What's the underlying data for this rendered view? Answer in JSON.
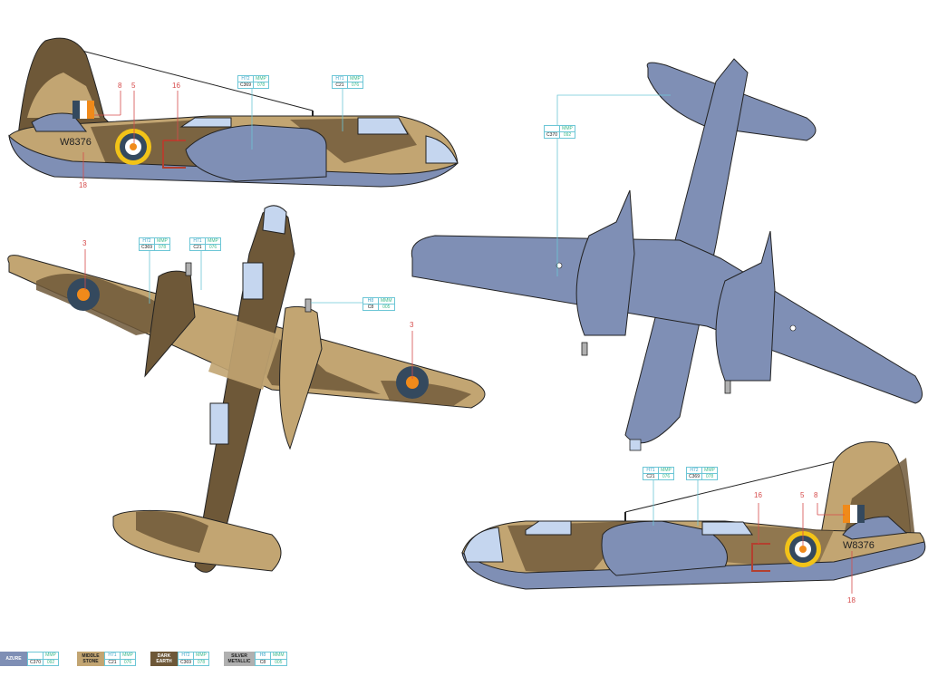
{
  "aircraft": {
    "serial": "W8376"
  },
  "colors": {
    "azure": "#7f8fb5",
    "middle_stone": "#c2a572",
    "dark_earth": "#6e5838",
    "silver": "#b0b0b0",
    "canopy": "#c5d6ef",
    "roundel_blue": "#34495e",
    "roundel_red": "#f08a1a",
    "roundel_yellow": "#f2c318",
    "callout_line": "#6cc6d6",
    "marker_line": "#d64b4b"
  },
  "callouts": {
    "side_top_left": {
      "h": "H72",
      "c": "C369",
      "m1": "MMP",
      "m2": "078"
    },
    "side_top_right": {
      "h": "H71",
      "c": "C21",
      "m1": "MMP",
      "m2": "076"
    },
    "underside": {
      "h": "",
      "c": "C370",
      "m1": "MMP",
      "m2": "092"
    },
    "top_view_left": {
      "h": "H72",
      "c": "C369",
      "m1": "MMP",
      "m2": "078"
    },
    "top_view_right": {
      "h": "H71",
      "c": "C21",
      "m1": "MMP",
      "m2": "076"
    },
    "spinner": {
      "h": "H8",
      "c": "C8",
      "m1": "MMM",
      "m2": "005"
    },
    "side_bottom_left": {
      "h": "H71",
      "c": "C21",
      "m1": "MMP",
      "m2": "076"
    },
    "side_bottom_right": {
      "h": "H72",
      "c": "C369",
      "m1": "MMP",
      "m2": "078"
    }
  },
  "markers": {
    "m8": "8",
    "m5": "5",
    "m16": "16",
    "m18": "18",
    "m3": "3"
  },
  "legend": [
    {
      "name_line1": "AZURE",
      "name_line2": "",
      "h": "",
      "c": "C370",
      "m1": "MMP",
      "m2": "092",
      "color": "#7f8fb5"
    },
    {
      "name_line1": "MIDDLE",
      "name_line2": "STONE",
      "h": "H71",
      "c": "C21",
      "m1": "MMP",
      "m2": "076",
      "color": "#c2a572"
    },
    {
      "name_line1": "DARK",
      "name_line2": "EARTH",
      "h": "H72",
      "c": "C369",
      "m1": "MMP",
      "m2": "078",
      "color": "#6e5838"
    },
    {
      "name_line1": "SILVER",
      "name_line2": "METALLIC",
      "h": "H8",
      "c": "C8",
      "m1": "MMM",
      "m2": "005",
      "color": "#b0b0b0"
    }
  ]
}
